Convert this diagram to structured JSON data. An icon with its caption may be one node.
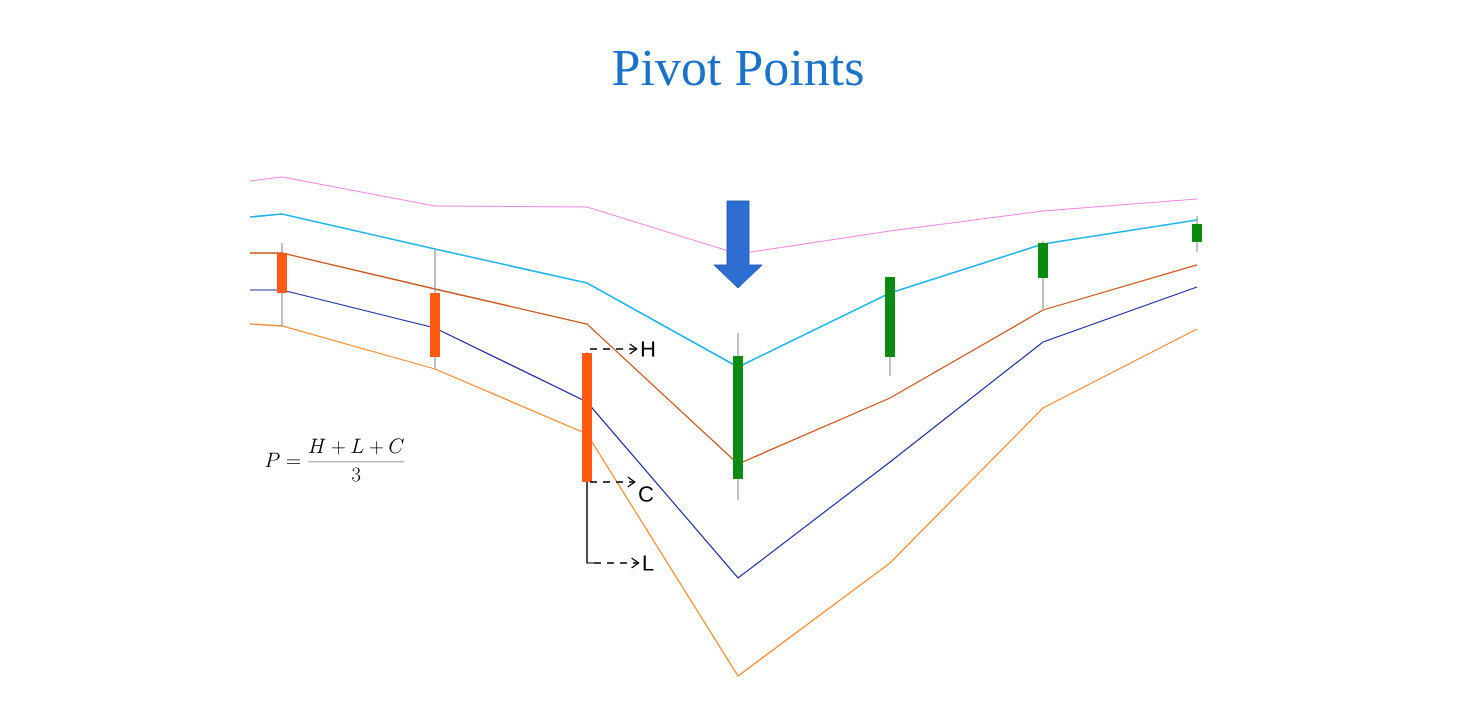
{
  "diagram": {
    "title": "Pivot Points",
    "nodes": [
      {
        "text": [
          "H"
        ]
      },
      {
        "text": [
          "C"
        ]
      },
      {
        "text": [
          "L"
        ]
      }
    ],
    "edges": [
      {
        "from": null,
        "to": 0,
        "arrow": "to",
        "style": "dashed"
      },
      {
        "from": null,
        "to": 1,
        "arrow": "to",
        "style": "dashed"
      },
      {
        "from": null,
        "to": 2,
        "arrow": "to",
        "style": "dashed"
      }
    ],
    "labels": [
      "P = \\frac{H + L + C}{3}"
    ]
  }
}
